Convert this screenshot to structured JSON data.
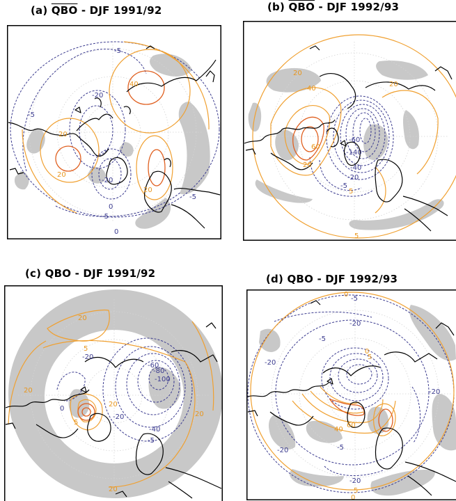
{
  "colors": {
    "negative_contour": "#3b3b8f",
    "positive_contour": "#f0a030",
    "positive_strong": "#e06020",
    "shading": "#c8c8c8",
    "coast": "#000000",
    "frame": "#000000",
    "background": "#ffffff"
  },
  "panels": [
    {
      "id": "a",
      "title_prefix": "(a) ",
      "title_over": "QBO",
      "title_suffix": " - DJF 1991/92",
      "labels": [
        "-5",
        "-5",
        "-5",
        "-20",
        "-20",
        "40",
        "20",
        "20",
        "20",
        "-5",
        "0",
        "0"
      ]
    },
    {
      "id": "b",
      "title_prefix": "(b) ",
      "title_over": "QBO",
      "title_suffix": " - DJF 1992/93",
      "labels": [
        "20",
        "40",
        "20",
        "60",
        "20",
        "-140",
        "-60",
        "-40",
        "-20",
        "5",
        "-5",
        "5"
      ]
    },
    {
      "id": "c",
      "title_prefix": "(c) ",
      "title_over": "",
      "title_suffix": "QBO - DJF 1991/92",
      "labels": [
        "20",
        "5",
        "-20",
        "-60",
        "-80",
        "-100",
        "20",
        "20",
        "20",
        "-40",
        "-5",
        "0",
        "5",
        "-20",
        "20"
      ]
    },
    {
      "id": "d",
      "title_prefix": "(d) ",
      "title_over": "",
      "title_suffix": "QBO - DJF 1992/93",
      "labels": [
        "0",
        "-5",
        "-20",
        "-5",
        "-20",
        "40",
        "60",
        "5",
        "-20",
        "-20",
        "0",
        "-5",
        "-20",
        "5",
        "0"
      ]
    }
  ]
}
